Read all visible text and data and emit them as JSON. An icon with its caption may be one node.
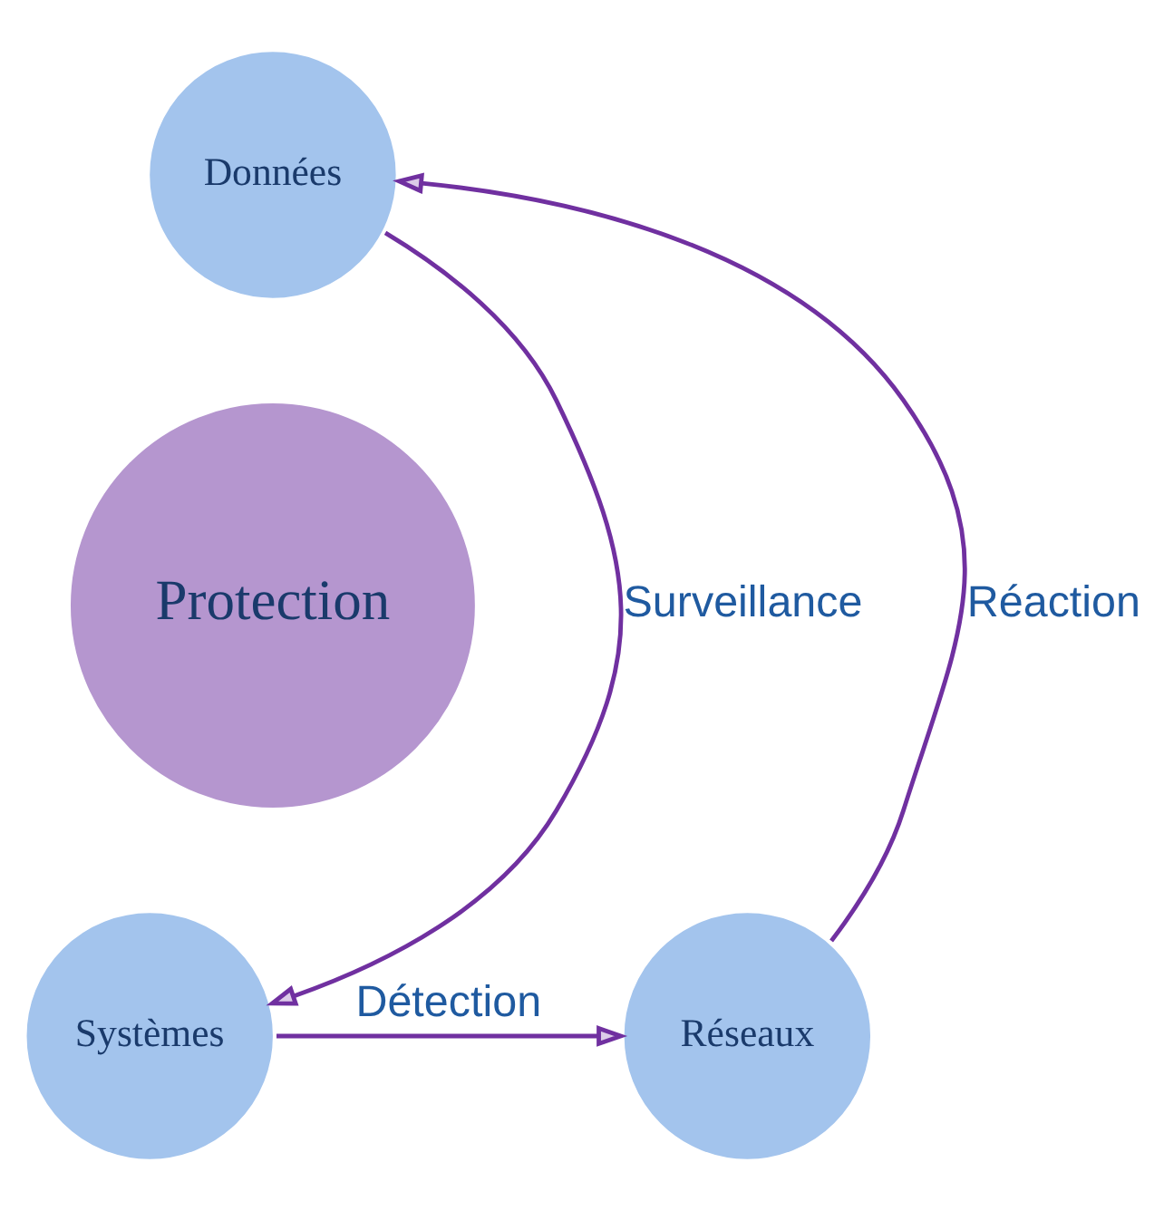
{
  "diagram": {
    "nodes": [
      {
        "text": [
          "Données"
        ]
      },
      {
        "text": [
          "Protection"
        ]
      },
      {
        "text": [
          "Systèmes"
        ]
      },
      {
        "text": [
          "Réseaux"
        ]
      }
    ],
    "edges": [
      {
        "from": 0,
        "to": 2,
        "arrow": "to",
        "label": "Surveillance"
      },
      {
        "from": 2,
        "to": 3,
        "arrow": "to",
        "label": "Détection"
      },
      {
        "from": 3,
        "to": 0,
        "arrow": "to",
        "label": "Réaction"
      }
    ]
  }
}
